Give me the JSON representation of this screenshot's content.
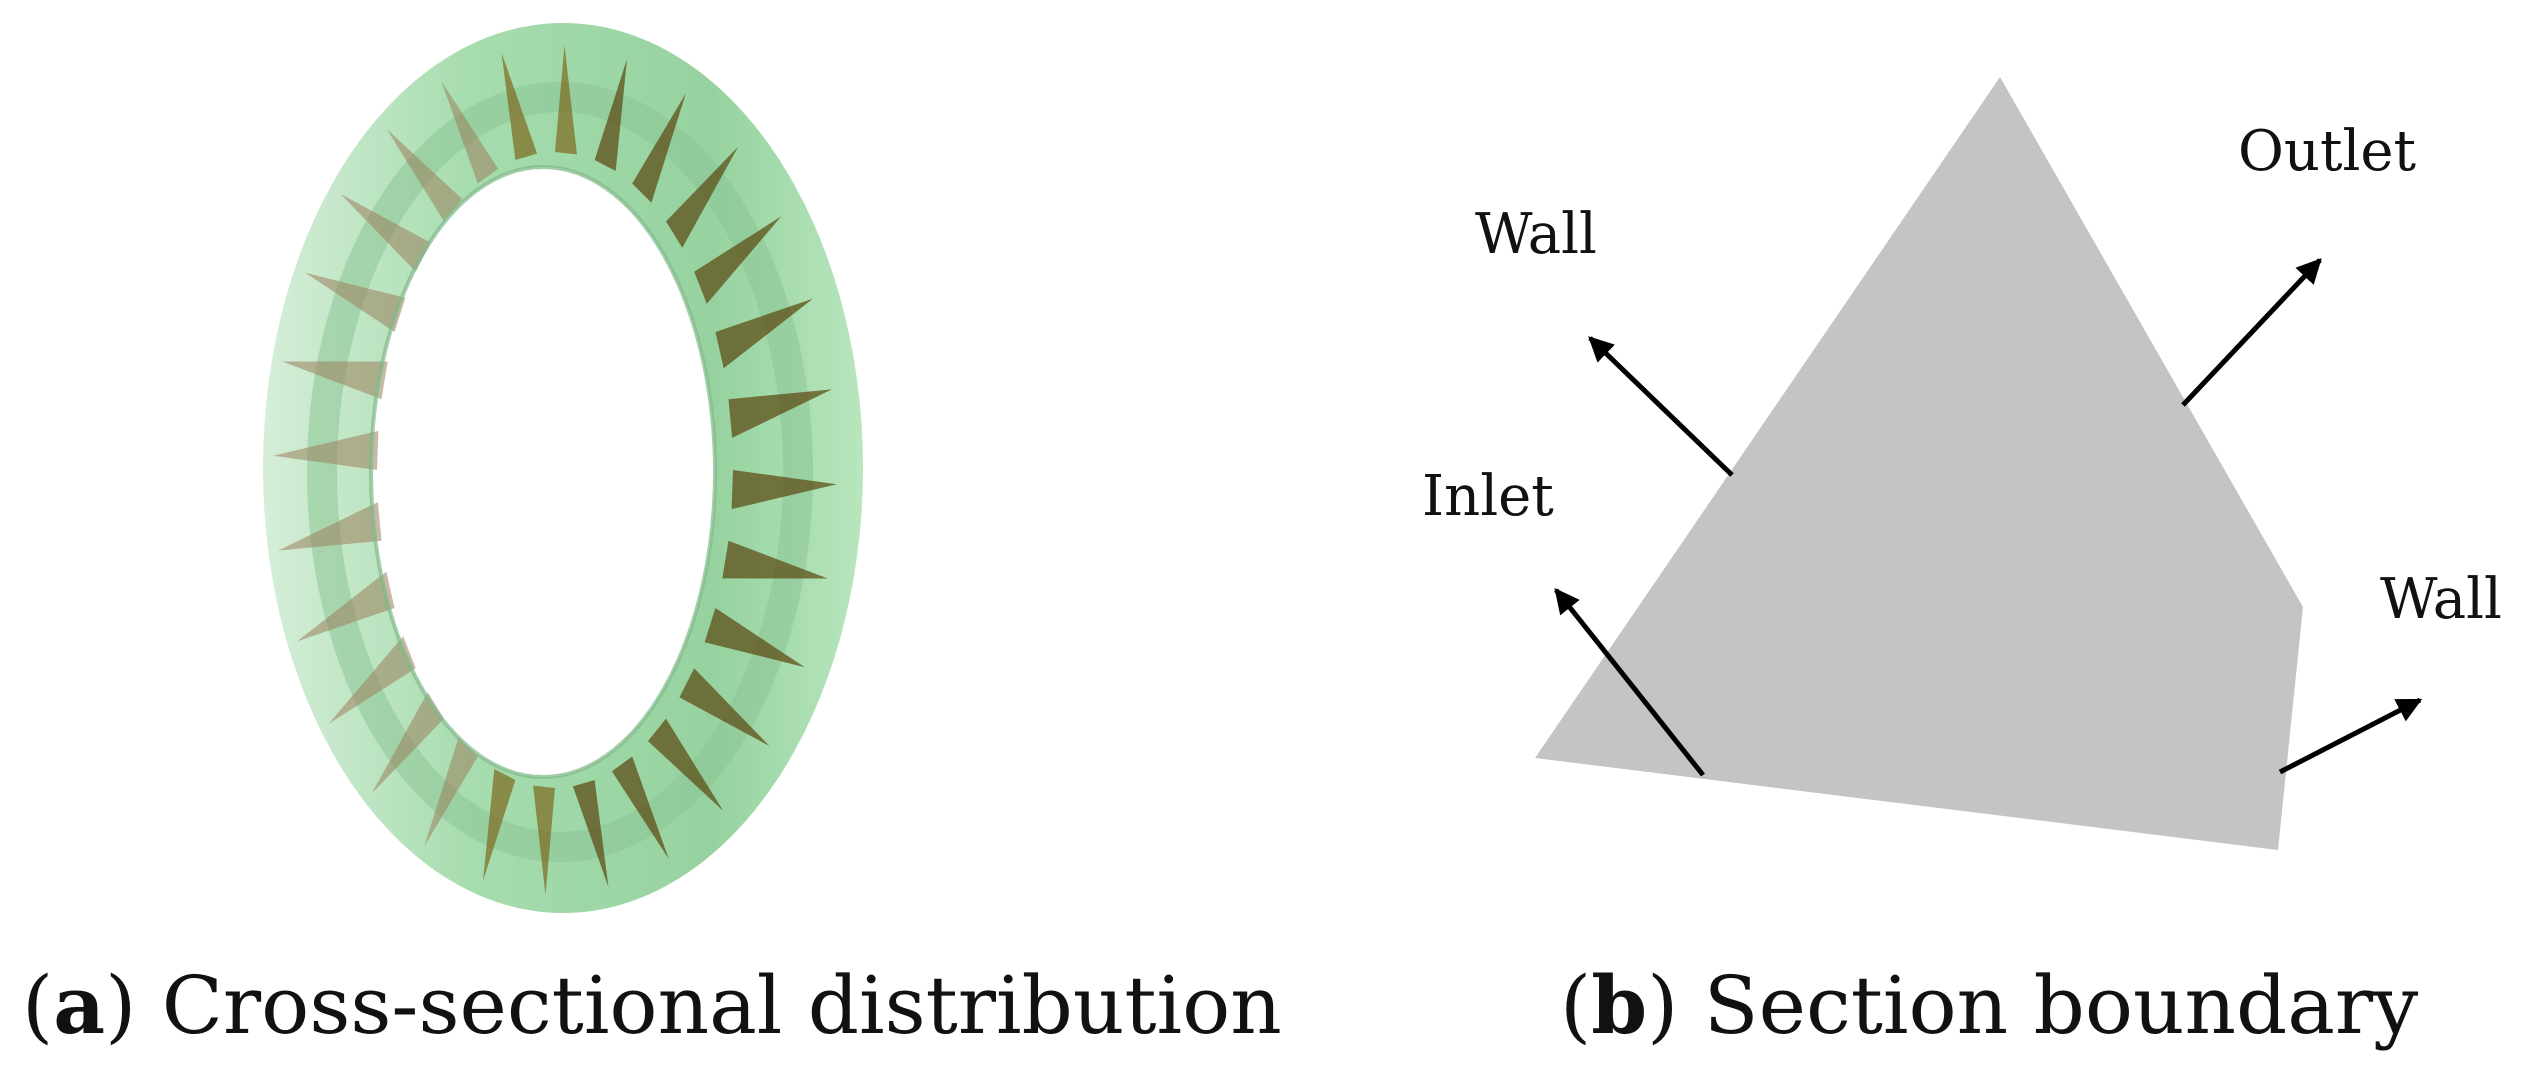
{
  "panel_a": {
    "caption_open": "(",
    "caption_letter": "a",
    "caption_rest": ") Cross-sectional distribution"
  },
  "panel_b": {
    "caption_open": "(",
    "caption_letter": "b",
    "caption_rest": ") Section boundary",
    "labels": {
      "wall_top": "Wall",
      "outlet": "Outlet",
      "inlet": "Inlet",
      "wall_right": "Wall"
    }
  },
  "colors": {
    "ring_green": "#a6dcae",
    "ring_green_light": "#c4ecc8",
    "section_fill": "#c4c4c4",
    "arrow": "#000000"
  }
}
